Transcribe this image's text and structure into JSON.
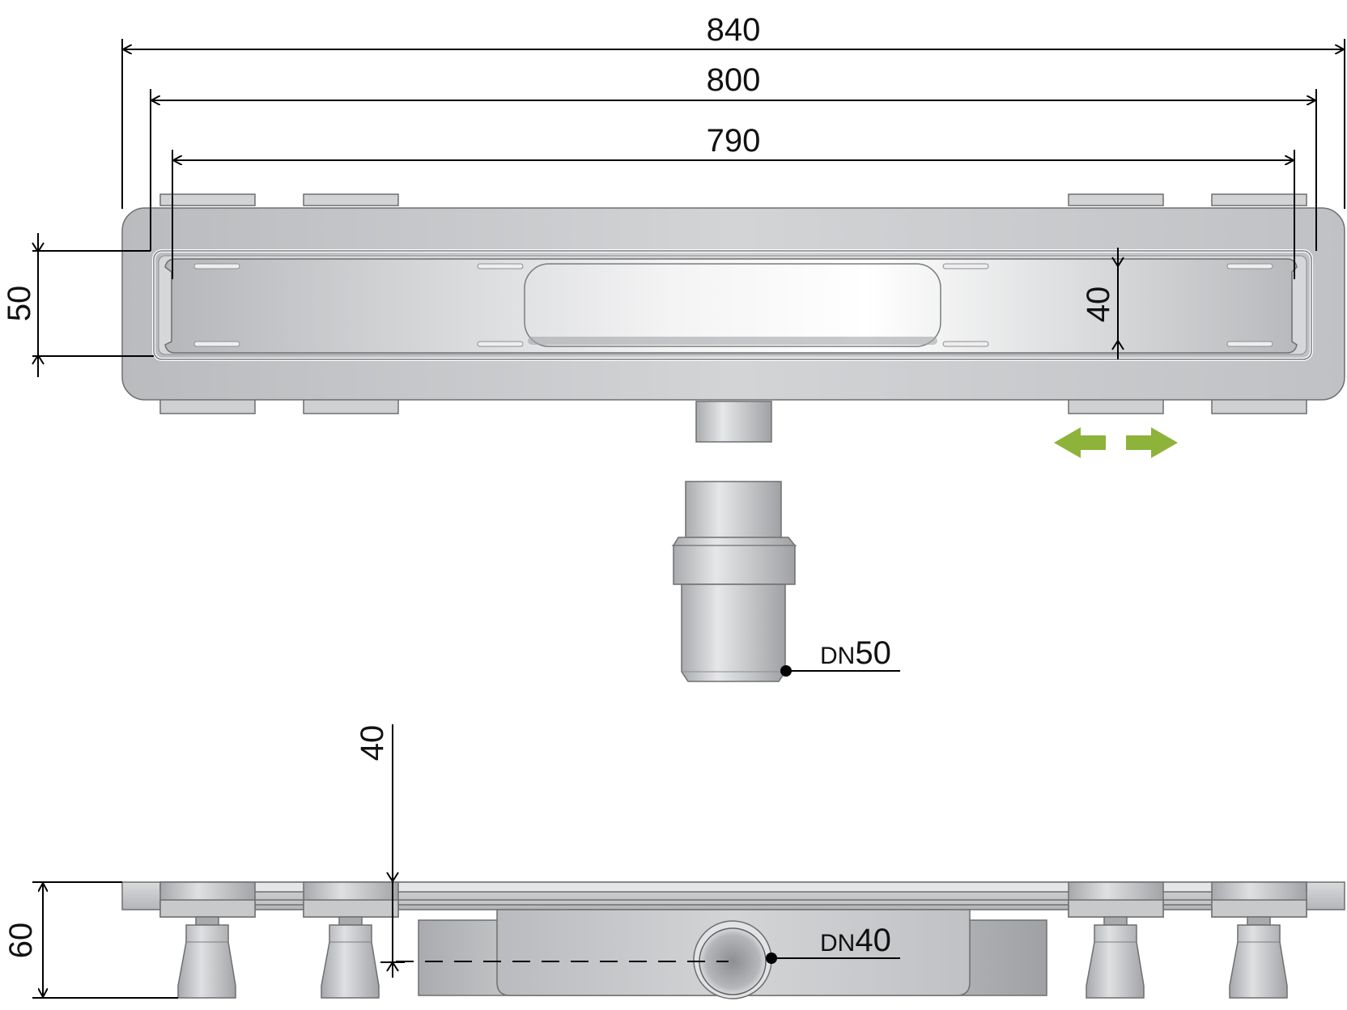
{
  "dimensions": {
    "overall_length": "840",
    "frame_length": "800",
    "grate_length": "790",
    "channel_width": "50",
    "grate_width": "40",
    "adjustment_height": "40",
    "total_height": "60"
  },
  "outlets": {
    "vertical": {
      "prefix": "DN",
      "size": "50"
    },
    "horizontal": {
      "prefix": "DN",
      "size": "40"
    }
  },
  "colors": {
    "metal_dark": "#a8aaad",
    "metal_light": "#e4e5e7",
    "outline": "#6f6f6f",
    "arrow": "#8db33a",
    "dimension": "#000000"
  },
  "icons": [
    "arrow-left-icon",
    "arrow-right-icon"
  ]
}
